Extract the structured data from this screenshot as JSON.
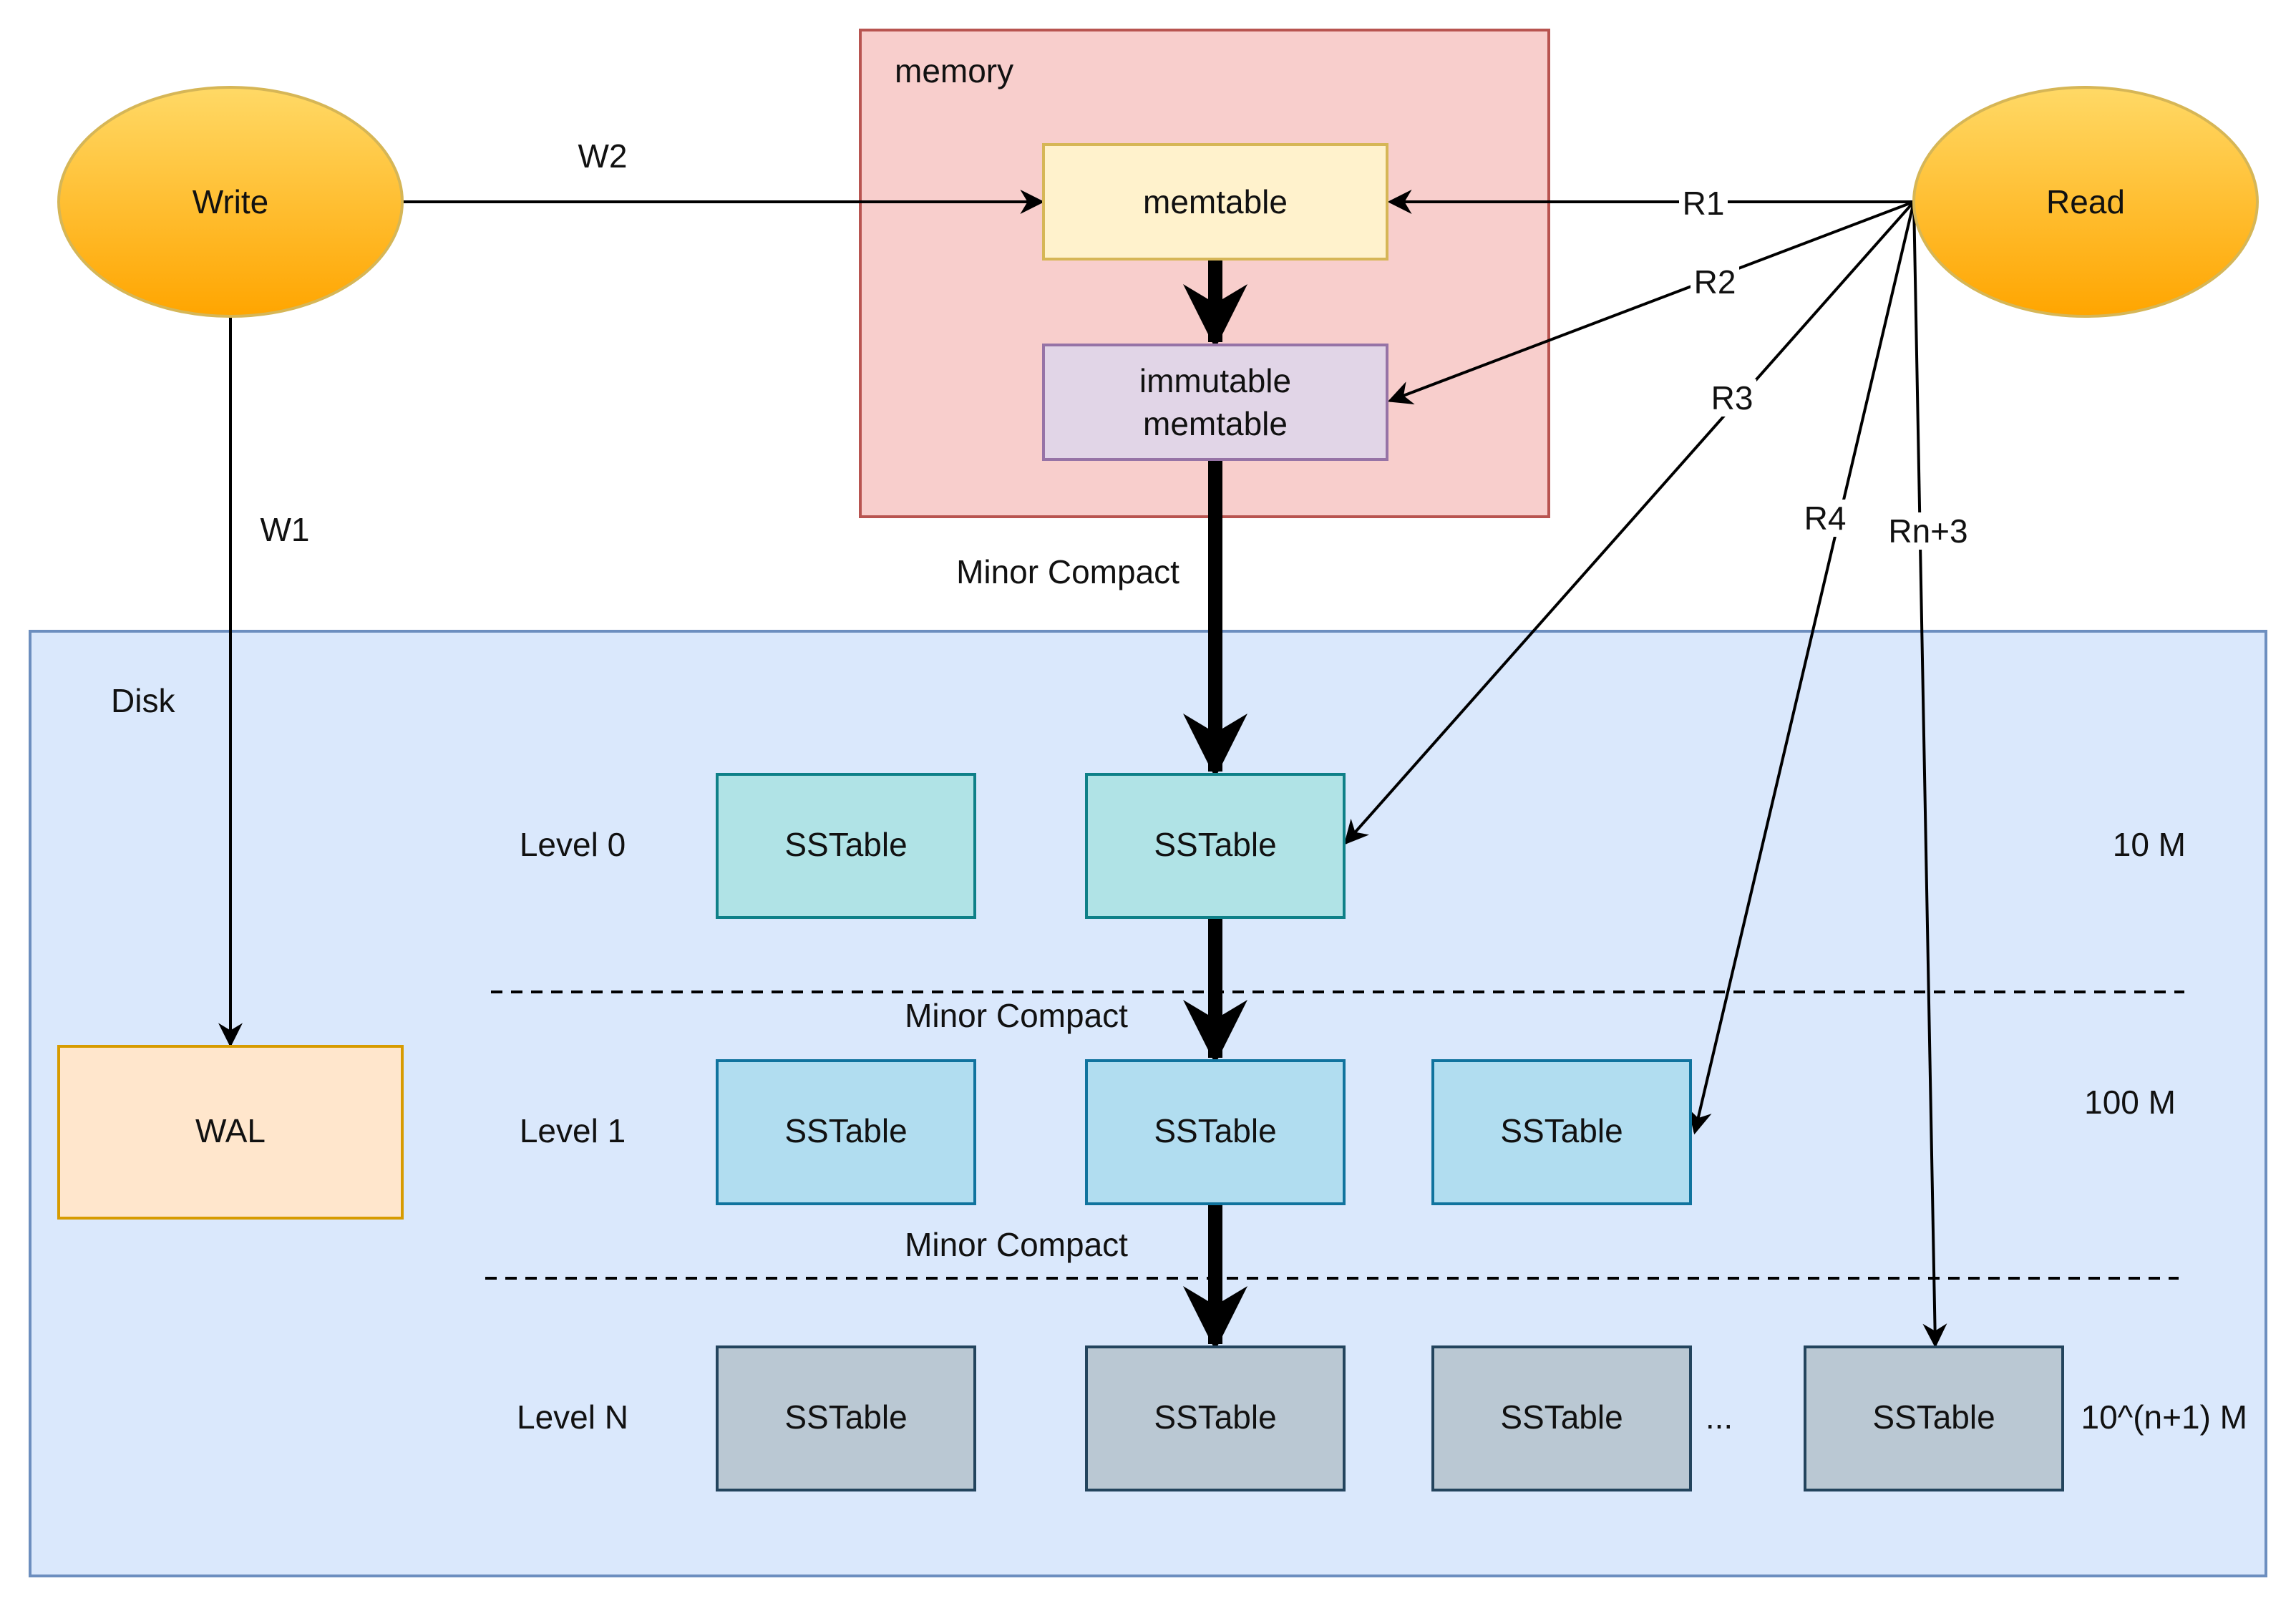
{
  "colors": {
    "ellipse_top": "#ffd966",
    "ellipse_bottom": "#ffa500",
    "ellipse_stroke": "#d6b656",
    "memory_fill": "#f8cecc",
    "memory_stroke": "#b85450",
    "memtable_fill": "#fff2cc",
    "memtable_stroke": "#d6b656",
    "immutable_fill": "#e1d5e7",
    "immutable_stroke": "#9673a6",
    "disk_fill": "#dae8fc",
    "disk_stroke": "#6c8ebf",
    "level0_fill": "#b0e3e6",
    "level0_stroke": "#0e8088",
    "level1_fill": "#b1ddf0",
    "level1_stroke": "#10739e",
    "levelN_fill": "#bac8d3",
    "levelN_stroke": "#23445d",
    "wal_fill": "#ffe6cc",
    "wal_stroke": "#d79b00"
  },
  "nodes": {
    "write": "Write",
    "read": "Read",
    "memory_label": "memory",
    "memtable": "memtable",
    "immutable_line1": "immutable",
    "immutable_line2": "memtable",
    "disk_label": "Disk",
    "wal": "WAL",
    "sstable": "SSTable",
    "ellipsis": "..."
  },
  "levels": [
    {
      "label": "Level 0",
      "size": "10 M"
    },
    {
      "label": "Level 1",
      "size": "100 M"
    },
    {
      "label": "Level N",
      "size": "10^(n+1) M"
    }
  ],
  "edges": {
    "w1": "W1",
    "w2": "W2",
    "r1": "R1",
    "r2": "R2",
    "r3": "R3",
    "r4": "R4",
    "rn3": "Rn+3",
    "minor_compact": "Minor Compact"
  }
}
